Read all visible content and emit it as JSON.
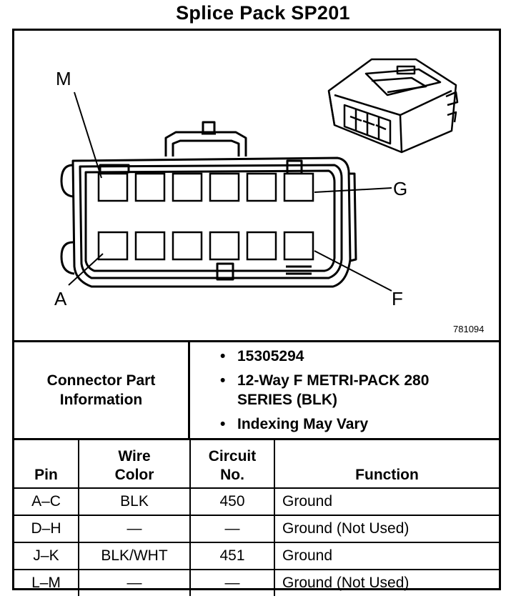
{
  "title": "Splice Pack SP201",
  "figure_number": "781094",
  "pin_labels": {
    "m": "M",
    "g": "G",
    "a": "A",
    "f": "F"
  },
  "connector_info": {
    "label_line1": "Connector Part",
    "label_line2": "Information",
    "items": [
      {
        "line1": "15305294",
        "line2": ""
      },
      {
        "line1": "12-Way F METRI-PACK 280",
        "line2": "SERIES (BLK)"
      },
      {
        "line1": "Indexing May Vary",
        "line2": ""
      }
    ]
  },
  "table": {
    "headers": {
      "pin": "Pin",
      "wire_color_1": "Wire",
      "wire_color_2": "Color",
      "circuit_1": "Circuit",
      "circuit_2": "No.",
      "function": "Function"
    },
    "rows": [
      {
        "pin": "A–C",
        "wire_color": "BLK",
        "circuit": "450",
        "function": "Ground"
      },
      {
        "pin": "D–H",
        "wire_color": "—",
        "circuit": "—",
        "function": "Ground (Not Used)"
      },
      {
        "pin": "J–K",
        "wire_color": "BLK/WHT",
        "circuit": "451",
        "function": "Ground"
      },
      {
        "pin": "L–M",
        "wire_color": "—",
        "circuit": "—",
        "function": "Ground (Not Used)"
      }
    ]
  }
}
